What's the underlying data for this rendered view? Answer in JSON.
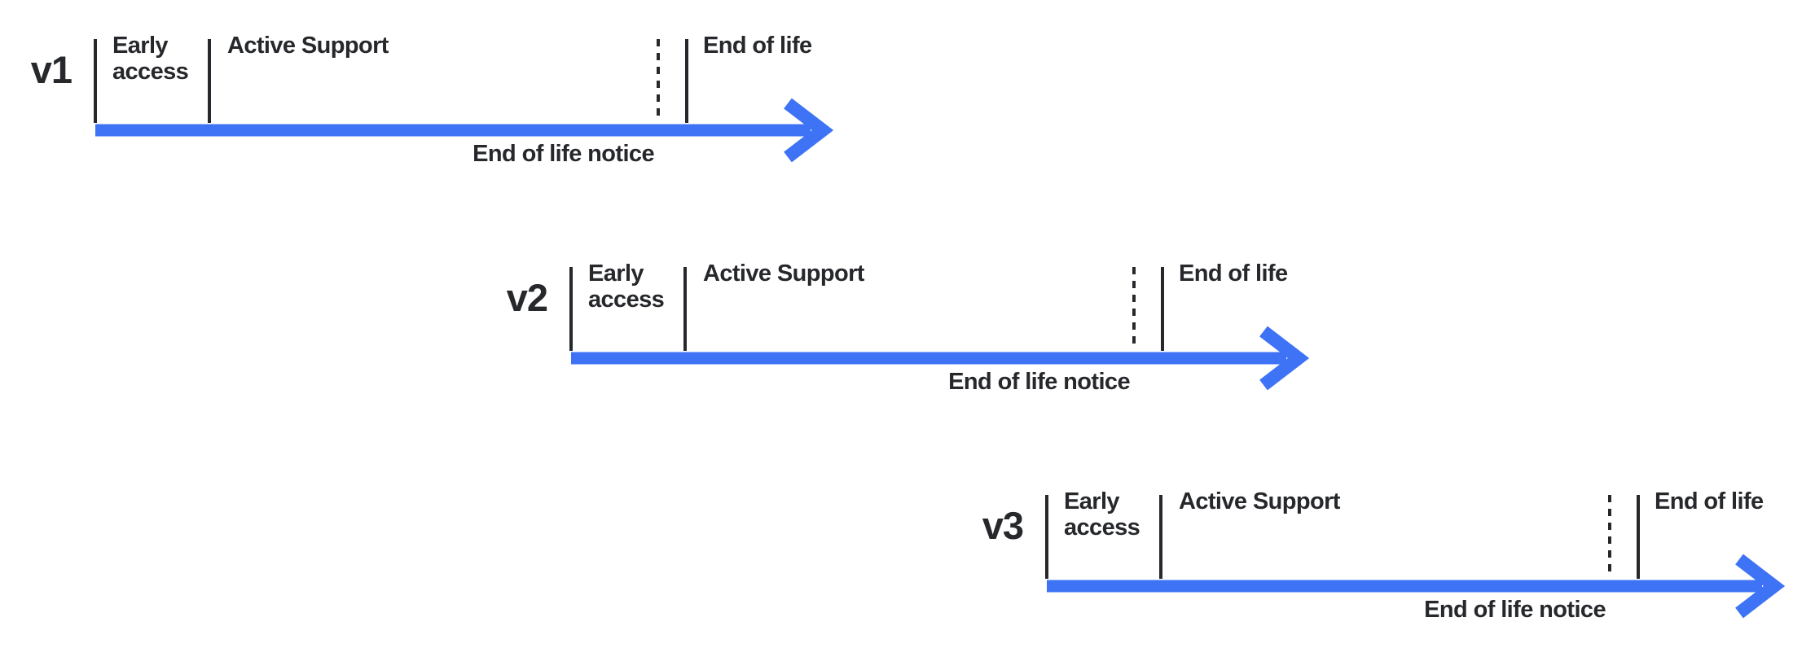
{
  "diagram": {
    "type": "version-lifecycle-timelines",
    "background_color": "#FFFFFF",
    "arrow_color": "#3E73F6",
    "line_color": "#26282C",
    "text_color": "#26282C",
    "timelines": [
      {
        "version": "v1",
        "phases": {
          "early_access": "Early access",
          "active_support": "Active Support",
          "end_of_life_notice": "End of life notice",
          "end_of_life": "End of life"
        }
      },
      {
        "version": "v2",
        "phases": {
          "early_access": "Early access",
          "active_support": "Active Support",
          "end_of_life_notice": "End of life notice",
          "end_of_life": "End of life"
        }
      },
      {
        "version": "v3",
        "phases": {
          "early_access": "Early access",
          "active_support": "Active Support",
          "end_of_life_notice": "End of life notice",
          "end_of_life": "End of life"
        }
      }
    ]
  }
}
